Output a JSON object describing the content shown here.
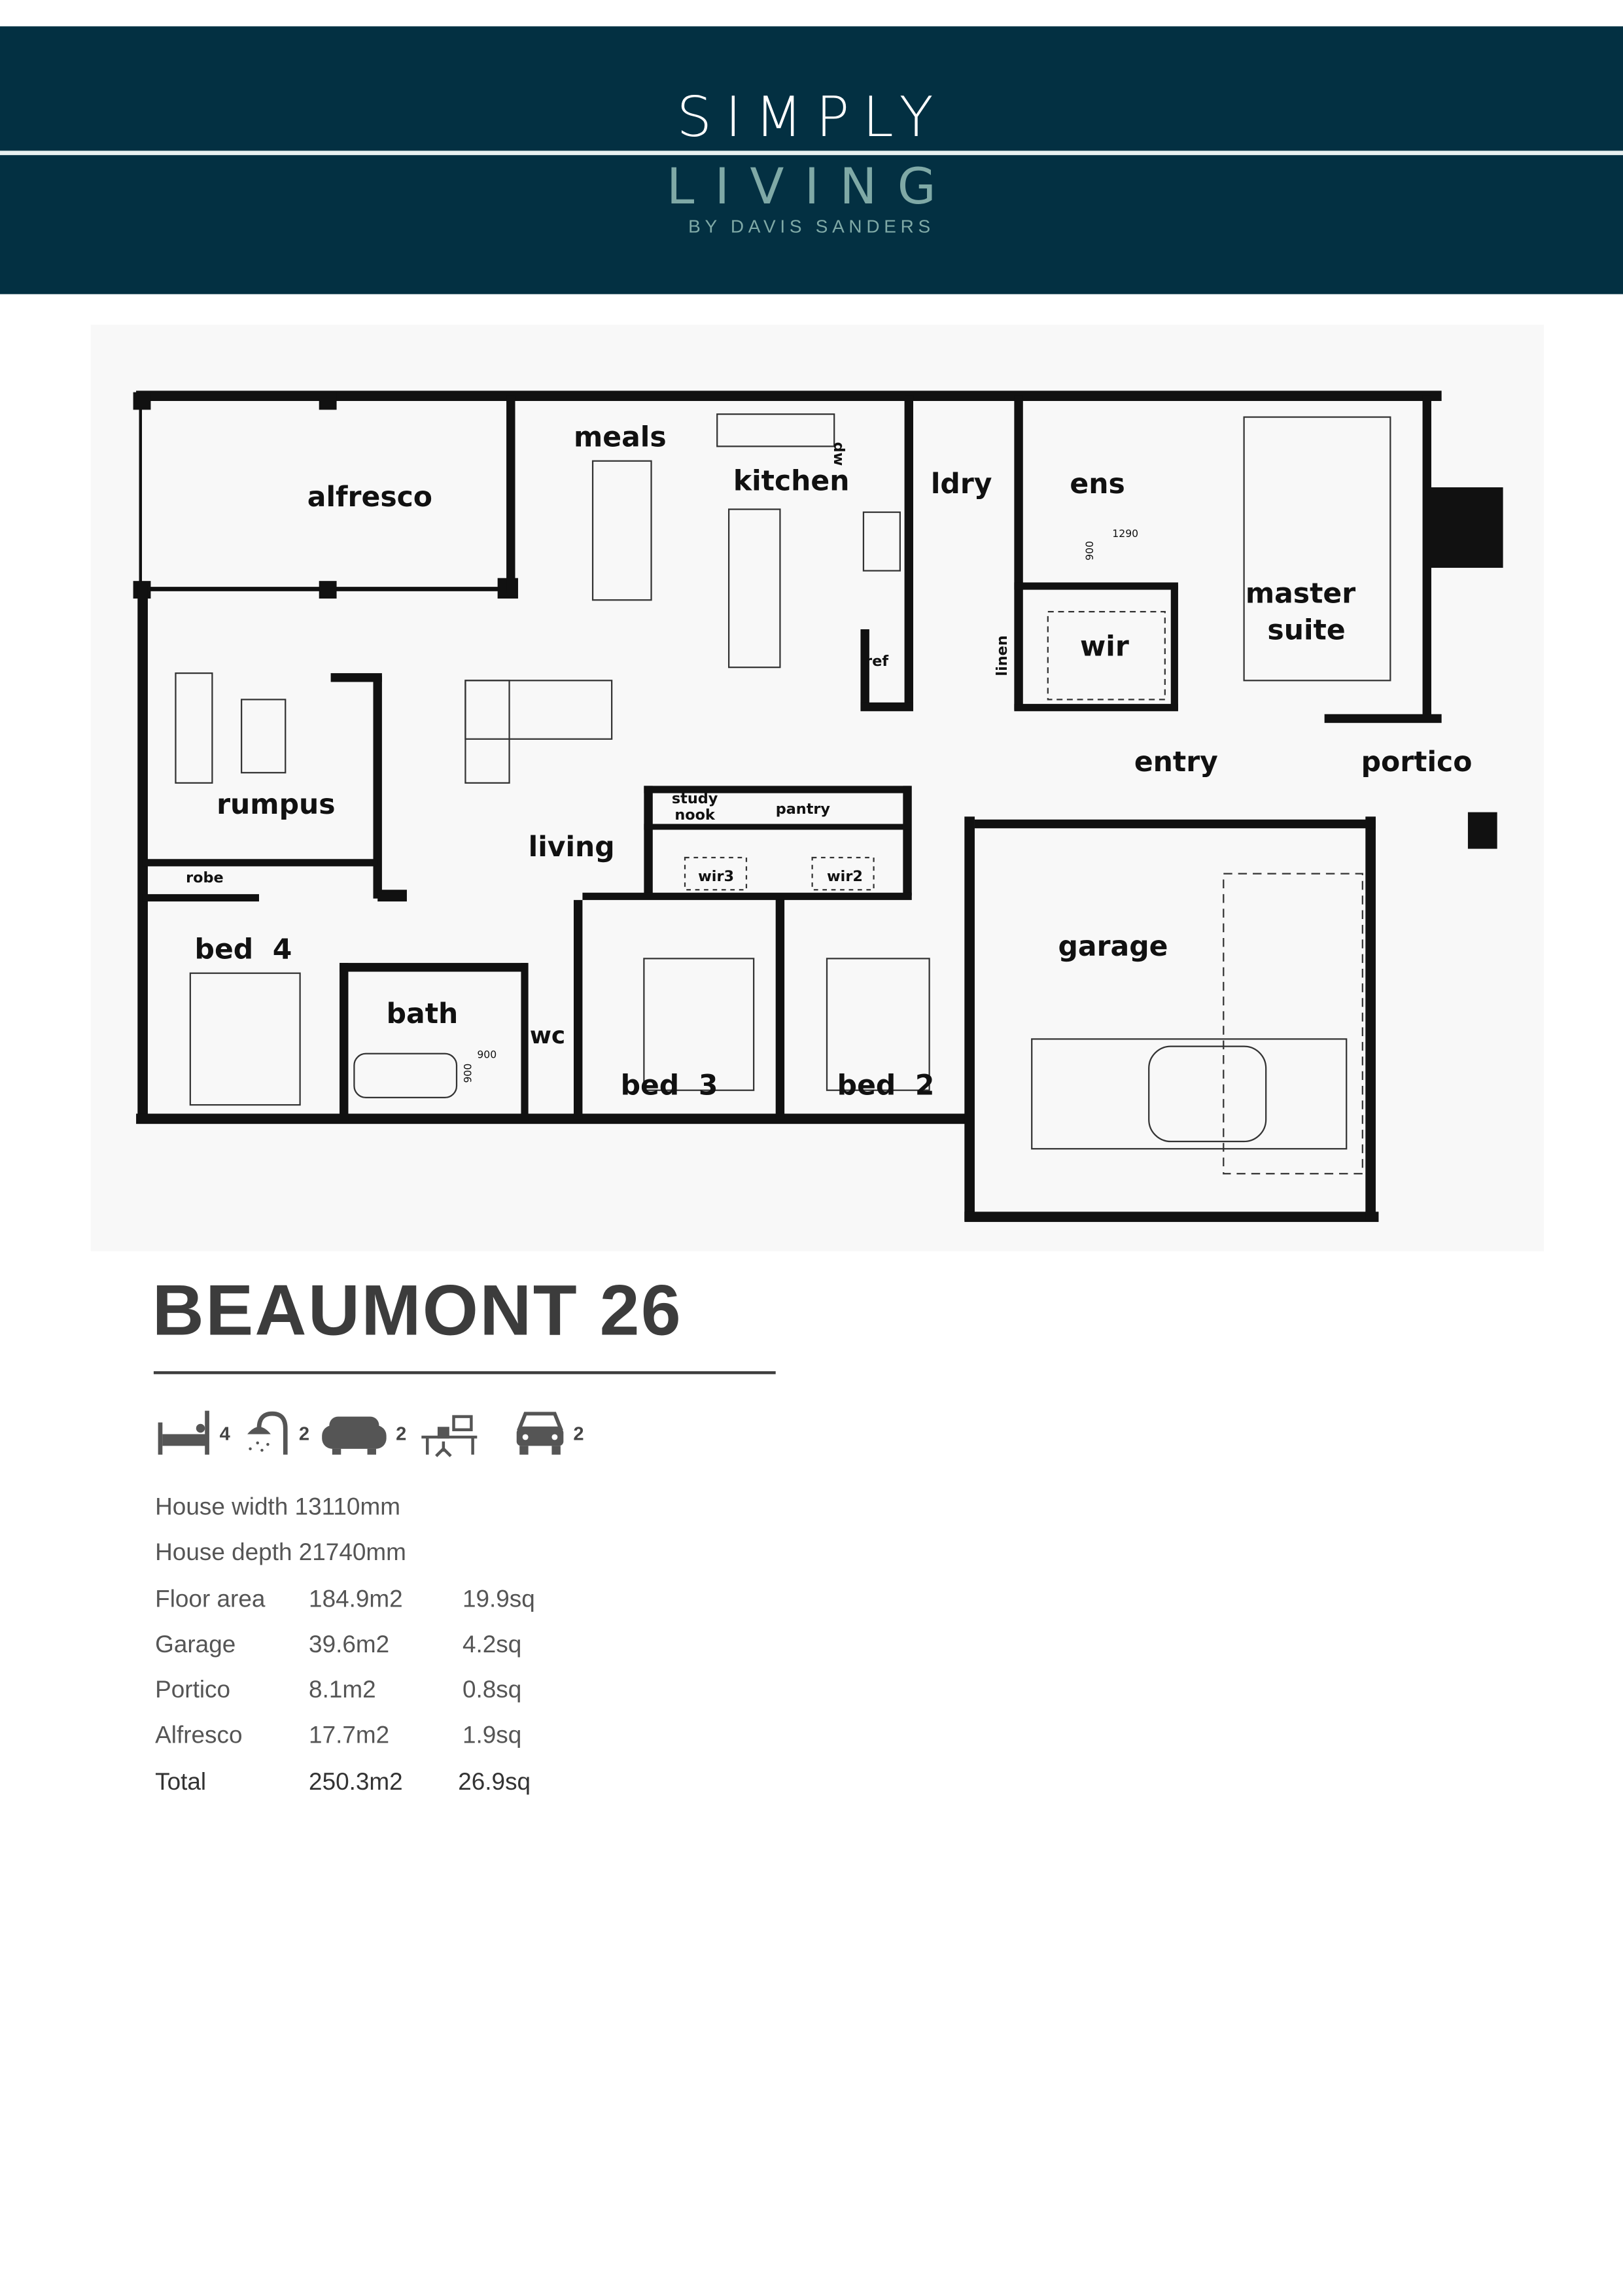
{
  "header": {
    "logo_line1": "SIMPLY",
    "logo_line2": "LIVING",
    "logo_line3": "BY DAVIS SANDERS"
  },
  "plan": {
    "rooms": {
      "alfresco": "alfresco",
      "meals": "meals",
      "kitchen": "kitchen",
      "ldry": "ldry",
      "ens": "ens",
      "master_suite_1": "master",
      "master_suite_2": "suite",
      "wir": "wir",
      "rumpus": "rumpus",
      "living": "living",
      "study_nook_1": "study",
      "study_nook_2": "nook",
      "pantry": "pantry",
      "entry": "entry",
      "portico": "portico",
      "robe": "robe",
      "wir3": "wir3",
      "wir2": "wir2",
      "bed4": "bed  4",
      "garage": "garage",
      "bath": "bath",
      "wc": "wc",
      "bed3": "bed  3",
      "bed2": "bed  2",
      "linen": "linen",
      "ref": "ref",
      "dw": "dw"
    },
    "dims": {
      "ens_shower_w": "1290",
      "ens_shower_d": "900",
      "bath_shower_w": "900",
      "bath_shower_d": "900"
    }
  },
  "title": "BEAUMONT 26",
  "features": {
    "bedrooms": "4",
    "bathrooms": "2",
    "living": "2",
    "study": "",
    "garage": "2"
  },
  "specs": {
    "width": "House width 13110mm",
    "depth": "House depth 21740mm",
    "rows": [
      {
        "label": "Floor area",
        "m2": "184.9m2",
        "sq": "19.9sq"
      },
      {
        "label": "Garage",
        "m2": "39.6m2",
        "sq": "4.2sq"
      },
      {
        "label": "Portico",
        "m2": "8.1m2",
        "sq": "0.8sq"
      },
      {
        "label": "Alfresco",
        "m2": "17.7m2",
        "sq": "1.9sq"
      },
      {
        "label": "Total",
        "m2": "250.3m2",
        "sq": "26.9sq"
      }
    ]
  },
  "colors": {
    "header_bg": "#033042",
    "logo_accent": "#7fa9a6",
    "text": "#3c3c3c"
  }
}
